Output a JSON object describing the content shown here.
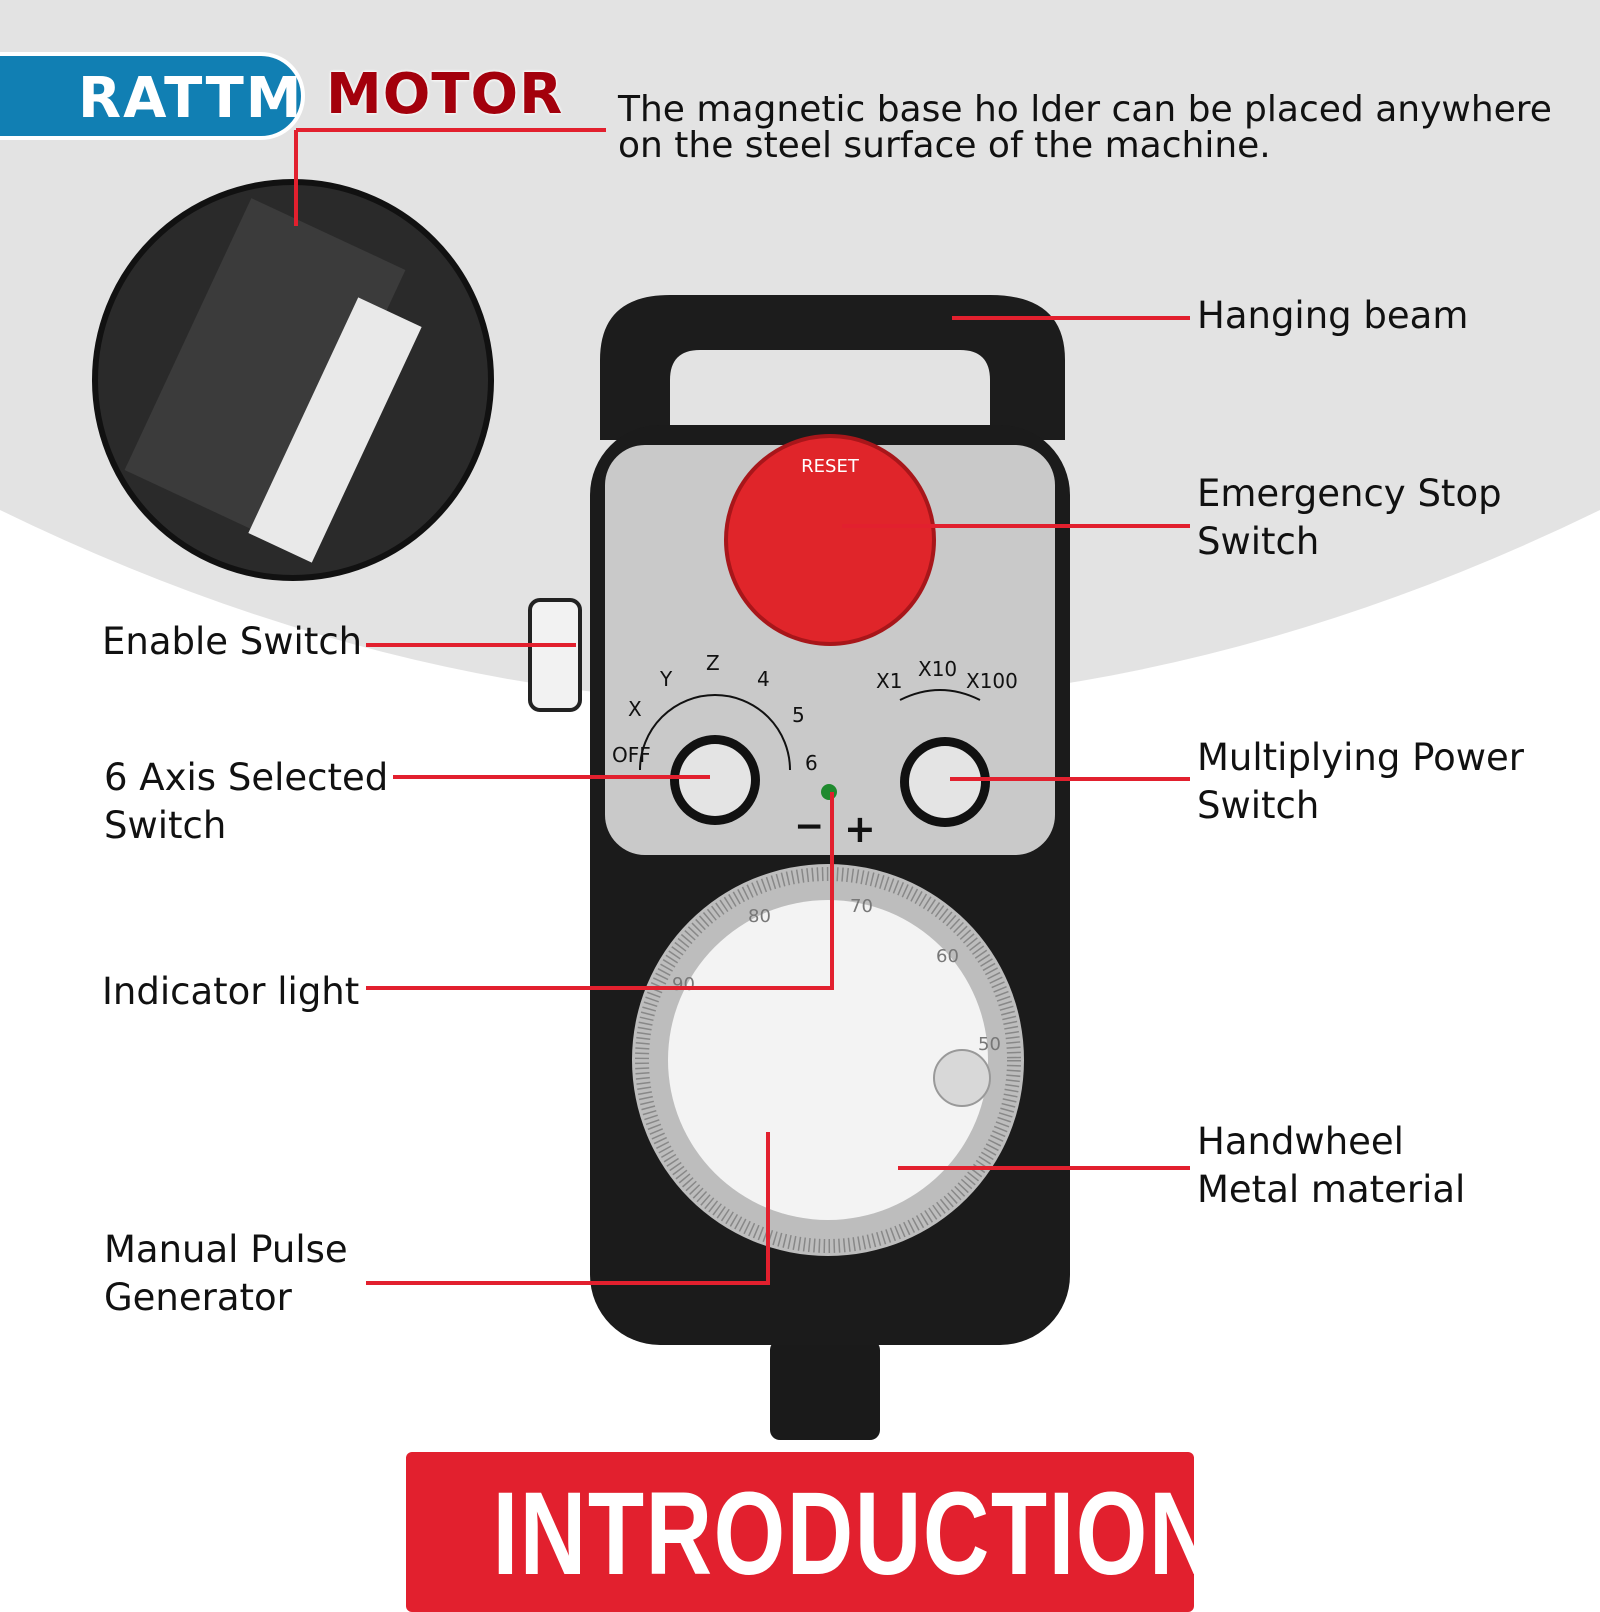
{
  "brand": {
    "left": "RATTM",
    "right": "MOTOR"
  },
  "description": "The magnetic base ho lder can be placed anywhere\non the steel surface of the machine.",
  "labels": {
    "hanging_beam": "Hanging beam",
    "emergency_stop": "Emergency Stop\nSwitch",
    "enable_switch": "Enable Switch",
    "axis_switch": "6 Axis Selected\nSwitch",
    "multiplying_power": "Multiplying Power\nSwitch",
    "indicator_light": "Indicator light",
    "handwheel": "Handwheel\nMetal material",
    "pulse_generator": "Manual Pulse\nGenerator"
  },
  "device": {
    "estop_text": "RESET",
    "axis_positions": [
      "OFF",
      "X",
      "Y",
      "Z",
      "4",
      "5",
      "6"
    ],
    "multiplier_positions": [
      "X1",
      "X10",
      "X100"
    ],
    "minus": "−",
    "plus": "+",
    "dial_numbers": [
      "70",
      "80",
      "90",
      "60",
      "50"
    ]
  },
  "banner": "INTRODUCTION",
  "colors": {
    "accent_red": "#e2202e",
    "brand_blue": "#117fb3",
    "brand_dark_red": "#a3000c",
    "estop_red": "#e0252a",
    "indicator_green": "#1f8a2e"
  }
}
